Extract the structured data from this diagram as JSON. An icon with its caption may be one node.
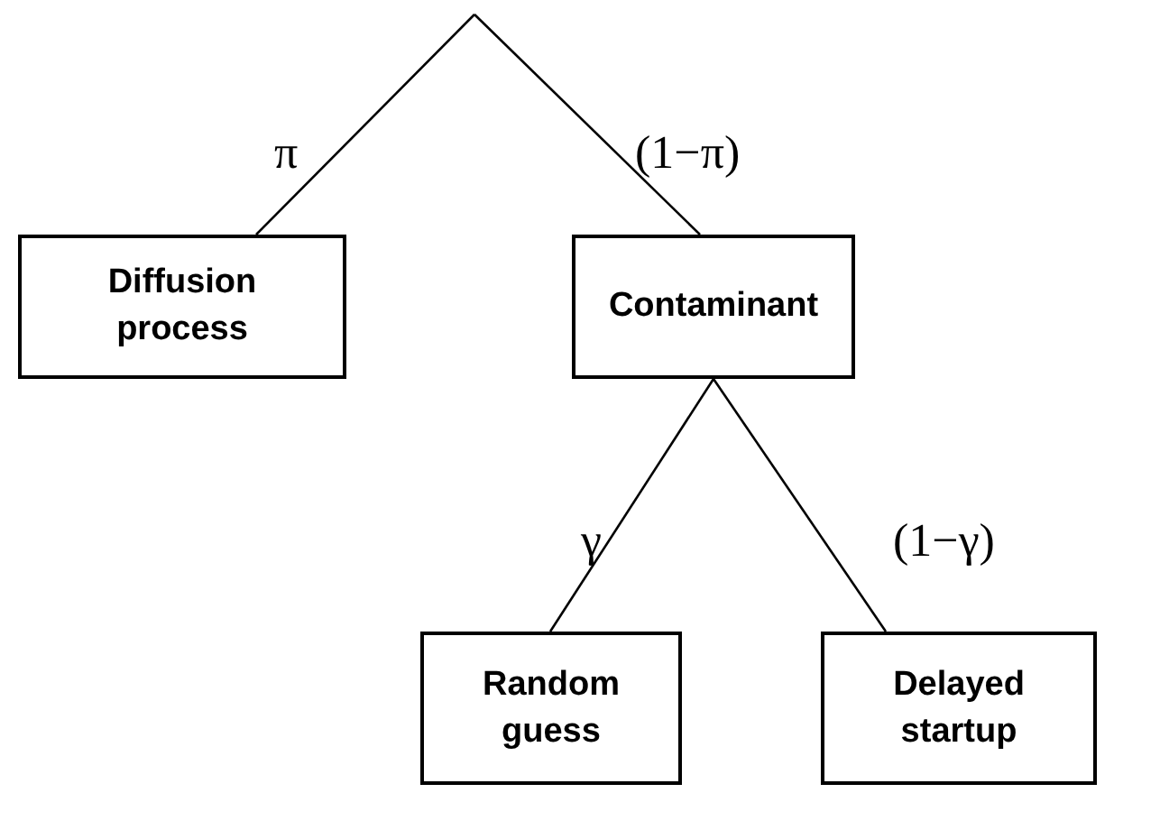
{
  "diagram": {
    "nodes": [
      {
        "text": [
          "Diffusion process"
        ]
      },
      {
        "text": [
          "Contaminant"
        ]
      },
      {
        "text": [
          "Random guess"
        ]
      },
      {
        "text": [
          "Delayed startup"
        ]
      }
    ],
    "edges": [
      {
        "from": null,
        "to": 0,
        "label": "π",
        "arrow": "none"
      },
      {
        "from": null,
        "to": 1,
        "label": "(1−π)",
        "arrow": "none"
      },
      {
        "from": 1,
        "to": 2,
        "label": "γ",
        "arrow": "none"
      },
      {
        "from": 1,
        "to": 3,
        "label": "(1−γ)",
        "arrow": "none"
      }
    ]
  }
}
